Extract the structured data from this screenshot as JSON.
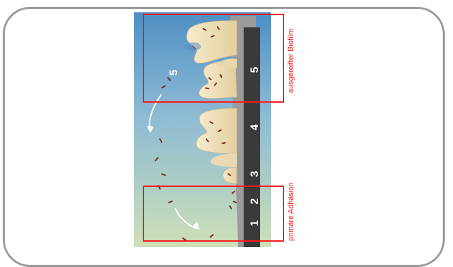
{
  "stages": [
    "1",
    "2",
    "3",
    "4",
    "5"
  ],
  "scene_label": "5",
  "boxes": {
    "top_label": "ausgereifter Biofilm",
    "bottom_label": "primäre Adhäsion"
  },
  "colors": {
    "highlight": "#ff1a1a",
    "frame": "#9a9a9a"
  }
}
